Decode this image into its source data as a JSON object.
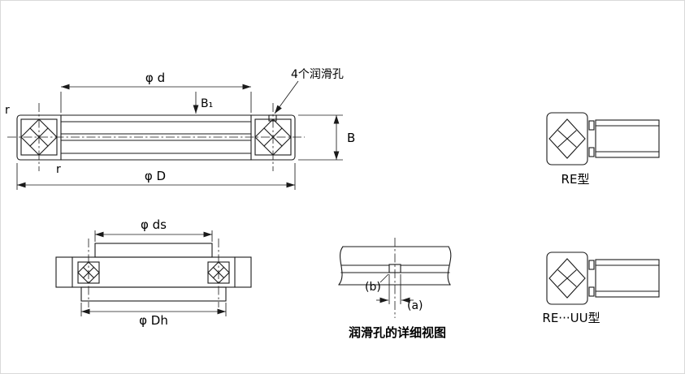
{
  "page": {
    "background": "#ffffff",
    "line_color": "#1a1a1a",
    "text_color": "#000000"
  },
  "main_section_view": {
    "phi_d_label": "φ d",
    "b1_label": "B₁",
    "lube_holes_label": "4个润滑孔",
    "r_outer_label": "r",
    "r_inner_label": "r",
    "b_label": "B",
    "phi_D_label": "φ D"
  },
  "mounting_view": {
    "phi_ds_label": "φ ds",
    "phi_Dh_label": "φ Dh"
  },
  "lube_hole_detail_view": {
    "depth_label": "(b)",
    "diameter_label": "(a)",
    "caption": "润滑孔的详细视图"
  },
  "type_icons": {
    "re": "RE型",
    "re_uu": "RE···UU型"
  }
}
